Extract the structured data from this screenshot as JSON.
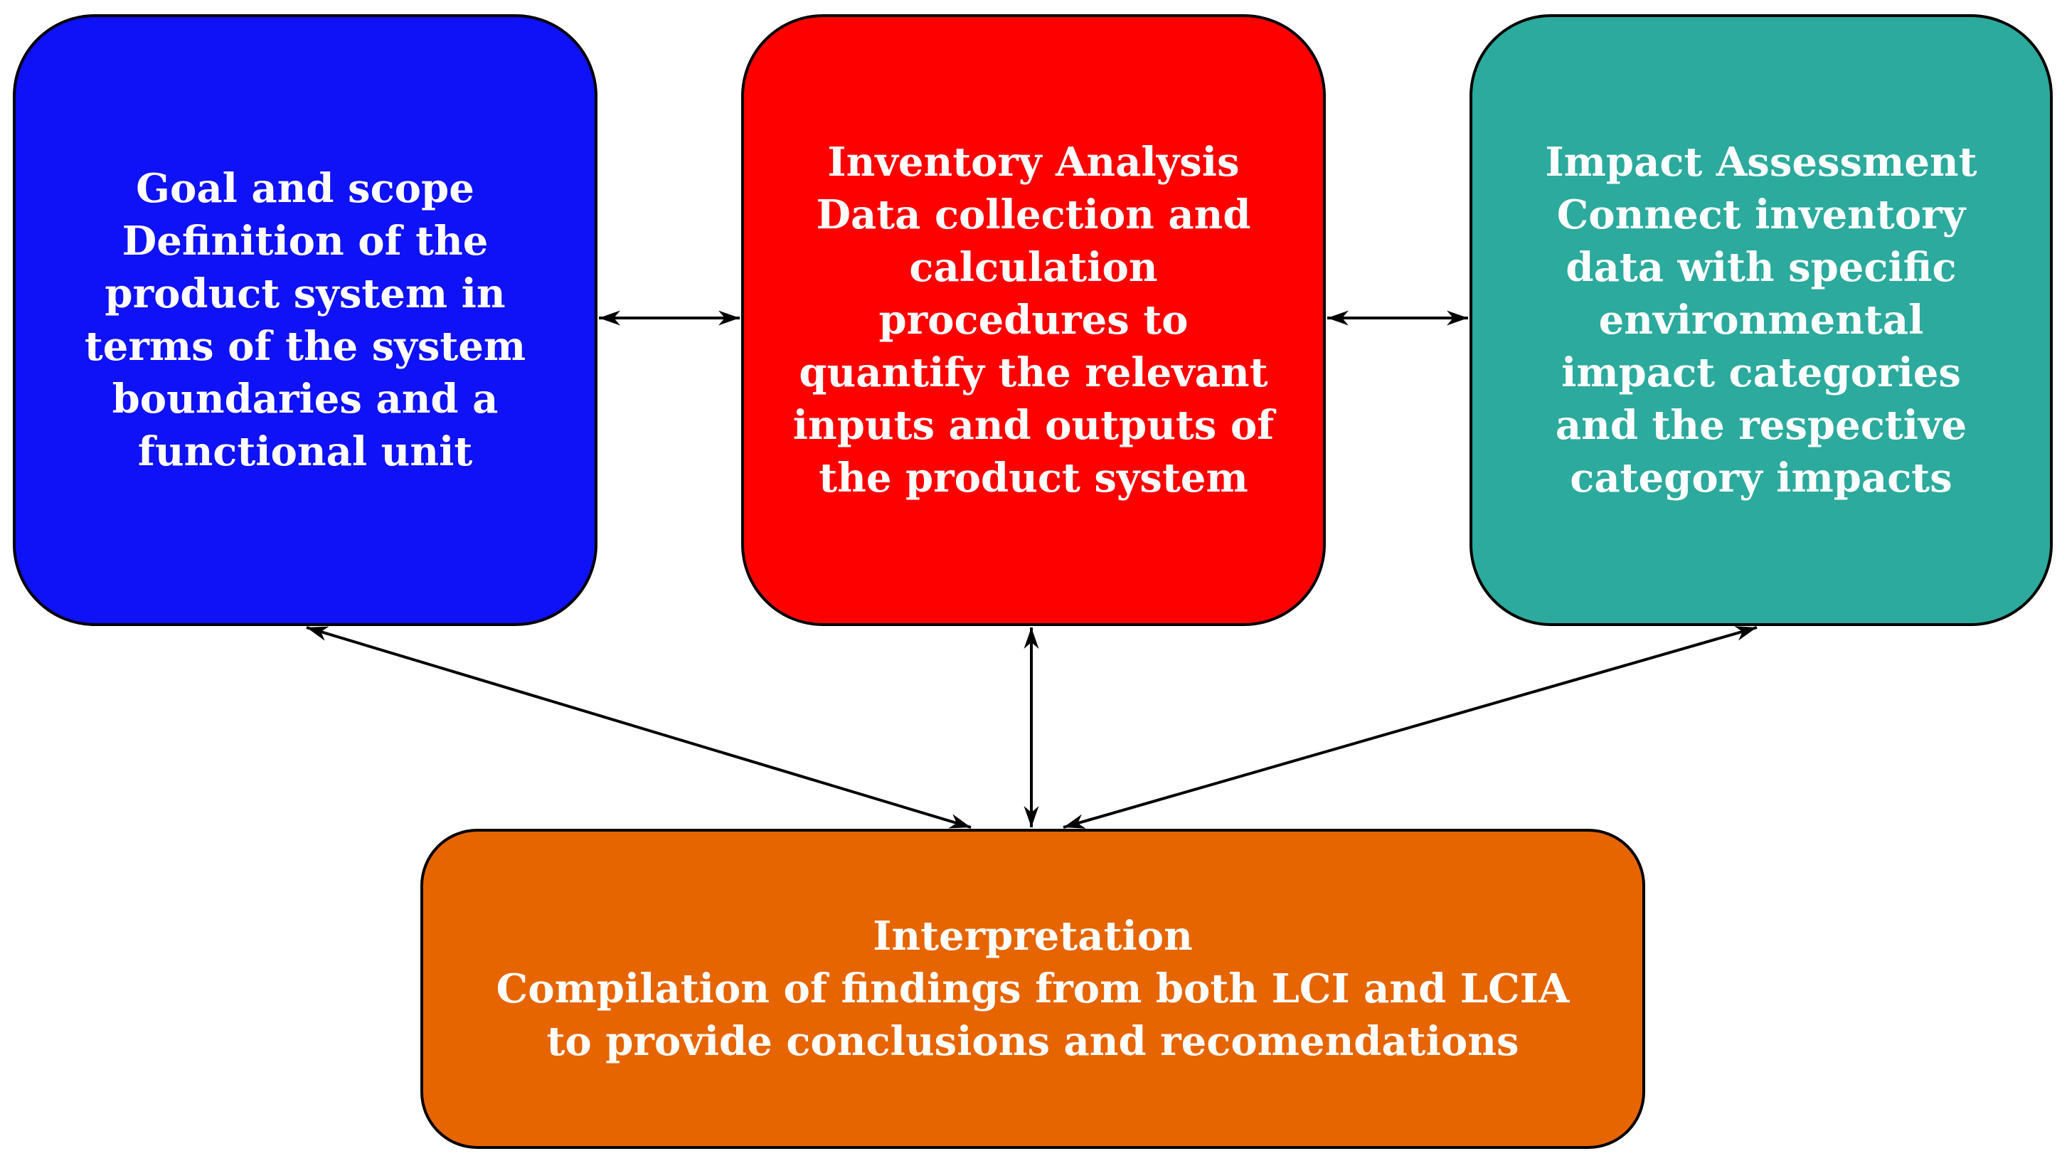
{
  "colors": {
    "goal": "#0f11f6",
    "inventory": "#fe0000",
    "impact": "#2baa9d",
    "interpretation": "#e66500",
    "arrow": "#000000"
  },
  "boxes": {
    "goal": {
      "lines": [
        "Goal and scope",
        "Definition of the",
        "product system in",
        "terms of the system",
        "boundaries and a",
        "functional unit"
      ]
    },
    "inventory": {
      "lines": [
        "Inventory Analysis",
        "Data collection and",
        "calculation",
        "procedures to",
        "quantify the relevant",
        "inputs and outputs of",
        "the product system"
      ]
    },
    "impact": {
      "lines": [
        "Impact Assessment",
        "Connect inventory",
        "data with specific",
        "environmental",
        "impact categories",
        "and the respective",
        "category impacts"
      ]
    },
    "interpretation": {
      "lines": [
        "Interpretation",
        "Compilation of findings from both LCI and LCIA",
        "to provide conclusions and recomendations"
      ]
    }
  },
  "connections": [
    {
      "from": "goal",
      "to": "inventory",
      "type": "bidirectional"
    },
    {
      "from": "inventory",
      "to": "impact",
      "type": "bidirectional"
    },
    {
      "from": "goal",
      "to": "interpretation",
      "type": "bidirectional"
    },
    {
      "from": "inventory",
      "to": "interpretation",
      "type": "bidirectional"
    },
    {
      "from": "impact",
      "to": "interpretation",
      "type": "bidirectional"
    }
  ]
}
